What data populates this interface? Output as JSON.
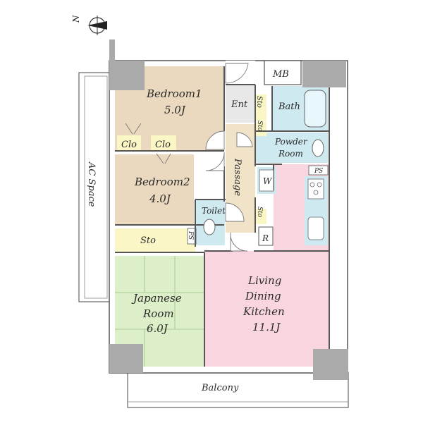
{
  "compass": {
    "north": "N"
  },
  "rooms": {
    "bedroom1": {
      "name": "Bedroom1",
      "size": "5.0J"
    },
    "bedroom2": {
      "name": "Bedroom2",
      "size": "4.0J"
    },
    "japanese": {
      "name1": "Japanese",
      "name2": "Room",
      "size": "6.0J"
    },
    "ldk": {
      "line1": "Living",
      "line2": "Dining",
      "line3": "Kitchen",
      "size": "11.1J"
    }
  },
  "labels": {
    "mb": "MB",
    "ent": "Ent",
    "sto": "Sto",
    "bath": "Bath",
    "powder1": "Powder",
    "powder2": "Room",
    "passage": "Passage",
    "w": "W",
    "ps": "PS",
    "clo": "Clo",
    "toilet": "Toilet",
    "r": "R",
    "ac_space": "AC Space",
    "balcony": "Balcony"
  },
  "colors": {
    "bedroom": "#ead9be",
    "japanese": "#dcefc8",
    "ldk": "#f9d6df",
    "wet": "#cfe9f1",
    "storage": "#fbf6c6",
    "passage": "#f1e3c8",
    "entry": "#e8e8e8",
    "pillar": "#aaaaaa",
    "wall": "#555555"
  }
}
